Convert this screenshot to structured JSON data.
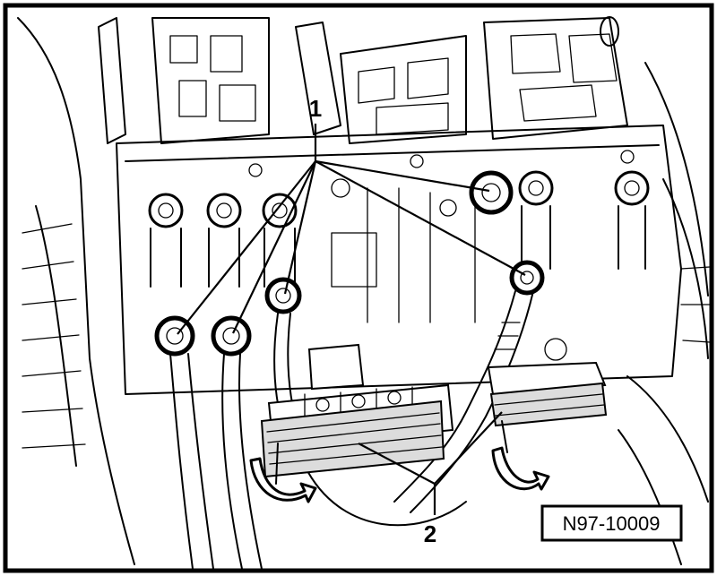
{
  "figure": {
    "callouts": [
      {
        "number": "1",
        "name": "fastening-nuts"
      },
      {
        "number": "2",
        "name": "cover-strips"
      }
    ],
    "reference_code": "N97-10009",
    "icons": [
      "arrow-icon"
    ],
    "colors": {
      "line": "#000000",
      "background": "#ffffff"
    }
  }
}
